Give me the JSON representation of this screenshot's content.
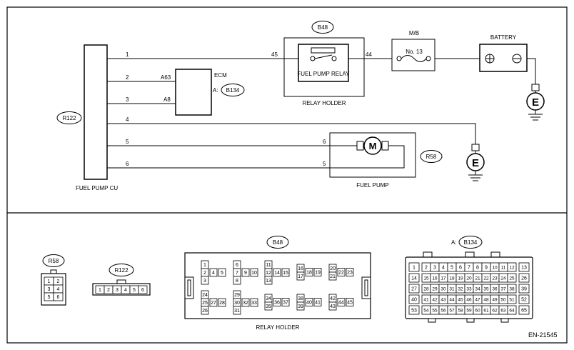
{
  "pins": {
    "cu_1": "1",
    "cu_2": "2",
    "cu_3": "3",
    "cu_4": "4",
    "cu_5": "5",
    "cu_6": "6",
    "relay_45": "45",
    "relay_44": "44",
    "ecm_a63": "A63",
    "ecm_a8": "A8",
    "pump_6": "6",
    "pump_5": "5"
  },
  "labels": {
    "fuel_pump_cu": "FUEL PUMP CU",
    "ecm": "ECM",
    "ecm_prefix": "A:",
    "fuel_pump_relay": "FUEL PUMP RELAY",
    "relay_holder_top": "RELAY HOLDER",
    "mb": "M/B",
    "fuse": "No. 13",
    "battery": "BATTERY",
    "fuel_pump": "FUEL PUMP",
    "motor": "M",
    "ground_1": "E",
    "ground_2": "E",
    "plus": "+",
    "minus": "−",
    "relay_holder_bottom": "RELAY HOLDER",
    "connector_prefix": "A:",
    "figure_code": "EN-21545"
  },
  "badges": {
    "r122_top": "R122",
    "b48_top": "B48",
    "b134_top": "B134",
    "r58_top": "R58",
    "r58_bottom": "R58",
    "r122_bottom": "R122",
    "b48_bottom": "B48",
    "b134_bottom": "B134"
  },
  "connectors": {
    "r58": [
      "1",
      "2",
      "3",
      "4",
      "5",
      "6"
    ],
    "r122": [
      "1",
      "2",
      "3",
      "4",
      "5",
      "6"
    ],
    "b48_groups": [
      [
        "1",
        "2",
        "4",
        "5",
        "3"
      ],
      [
        "6",
        "7",
        "9",
        "10",
        "8"
      ],
      [
        "11",
        "12",
        "14",
        "15",
        "13"
      ],
      [
        "16",
        "17",
        "18",
        "19"
      ],
      [
        "20",
        "21",
        "22",
        "23"
      ],
      [
        "24",
        "25",
        "27",
        "28",
        "26"
      ],
      [
        "29",
        "30",
        "32",
        "33",
        "31"
      ],
      [
        "34",
        "35",
        "36",
        "37"
      ],
      [
        "38",
        "39",
        "40",
        "41"
      ],
      [
        "42",
        "43",
        "44",
        "45"
      ]
    ],
    "b134_left": [
      "1",
      "14",
      "27",
      "40",
      "53"
    ],
    "b134_right": [
      "13",
      "26",
      "39",
      "52",
      "65"
    ],
    "b134_rows": [
      [
        "2",
        "3",
        "4",
        "5",
        "6",
        "7",
        "8",
        "9",
        "10",
        "11",
        "12"
      ],
      [
        "15",
        "16",
        "17",
        "18",
        "19",
        "20",
        "21",
        "22",
        "23",
        "24",
        "25"
      ],
      [
        "28",
        "29",
        "30",
        "31",
        "32",
        "33",
        "34",
        "35",
        "36",
        "37",
        "38"
      ],
      [
        "41",
        "42",
        "43",
        "44",
        "45",
        "46",
        "47",
        "48",
        "49",
        "50",
        "51"
      ],
      [
        "54",
        "55",
        "56",
        "57",
        "58",
        "59",
        "60",
        "61",
        "62",
        "63",
        "64"
      ]
    ]
  }
}
